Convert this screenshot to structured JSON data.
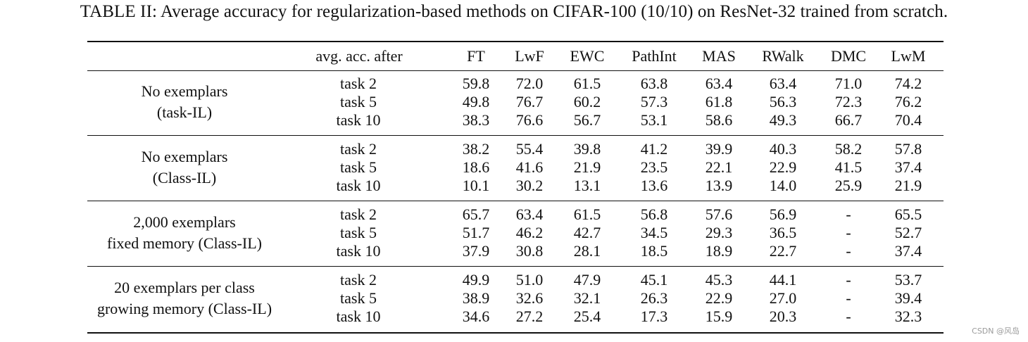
{
  "caption": "TABLE II: Average accuracy for regularization-based methods on CIFAR-100 (10/10) on ResNet-32 trained from scratch.",
  "header": {
    "row_label": "avg. acc. after",
    "methods": [
      "FT",
      "LwF",
      "EWC",
      "PathInt",
      "MAS",
      "RWalk",
      "DMC",
      "LwM"
    ]
  },
  "groups": [
    {
      "label_lines": [
        "No exemplars",
        "(task-IL)"
      ],
      "rows": [
        {
          "task": "task 2",
          "values": [
            "59.8",
            "72.0",
            "61.5",
            "63.8",
            "63.4",
            "63.4",
            "71.0",
            "74.2"
          ]
        },
        {
          "task": "task 5",
          "values": [
            "49.8",
            "76.7",
            "60.2",
            "57.3",
            "61.8",
            "56.3",
            "72.3",
            "76.2"
          ]
        },
        {
          "task": "task 10",
          "values": [
            "38.3",
            "76.6",
            "56.7",
            "53.1",
            "58.6",
            "49.3",
            "66.7",
            "70.4"
          ]
        }
      ]
    },
    {
      "label_lines": [
        "No exemplars",
        "(Class-IL)"
      ],
      "rows": [
        {
          "task": "task 2",
          "values": [
            "38.2",
            "55.4",
            "39.8",
            "41.2",
            "39.9",
            "40.3",
            "58.2",
            "57.8"
          ]
        },
        {
          "task": "task 5",
          "values": [
            "18.6",
            "41.6",
            "21.9",
            "23.5",
            "22.1",
            "22.9",
            "41.5",
            "37.4"
          ]
        },
        {
          "task": "task 10",
          "values": [
            "10.1",
            "30.2",
            "13.1",
            "13.6",
            "13.9",
            "14.0",
            "25.9",
            "21.9"
          ]
        }
      ]
    },
    {
      "label_lines": [
        "2,000 exemplars",
        "fixed memory (Class-IL)"
      ],
      "rows": [
        {
          "task": "task 2",
          "values": [
            "65.7",
            "63.4",
            "61.5",
            "56.8",
            "57.6",
            "56.9",
            "-",
            "65.5"
          ]
        },
        {
          "task": "task 5",
          "values": [
            "51.7",
            "46.2",
            "42.7",
            "34.5",
            "29.3",
            "36.5",
            "-",
            "52.7"
          ]
        },
        {
          "task": "task 10",
          "values": [
            "37.9",
            "30.8",
            "28.1",
            "18.5",
            "18.9",
            "22.7",
            "-",
            "37.4"
          ]
        }
      ]
    },
    {
      "label_lines": [
        "20 exemplars per class",
        "growing memory (Class-IL)"
      ],
      "rows": [
        {
          "task": "task 2",
          "values": [
            "49.9",
            "51.0",
            "47.9",
            "45.1",
            "45.3",
            "44.1",
            "-",
            "53.7"
          ]
        },
        {
          "task": "task 5",
          "values": [
            "38.9",
            "32.6",
            "32.1",
            "26.3",
            "22.9",
            "27.0",
            "-",
            "39.4"
          ]
        },
        {
          "task": "task 10",
          "values": [
            "34.6",
            "27.2",
            "25.4",
            "17.3",
            "15.9",
            "20.3",
            "-",
            "32.3"
          ]
        }
      ]
    }
  ],
  "watermark": "CSDN @风岛"
}
